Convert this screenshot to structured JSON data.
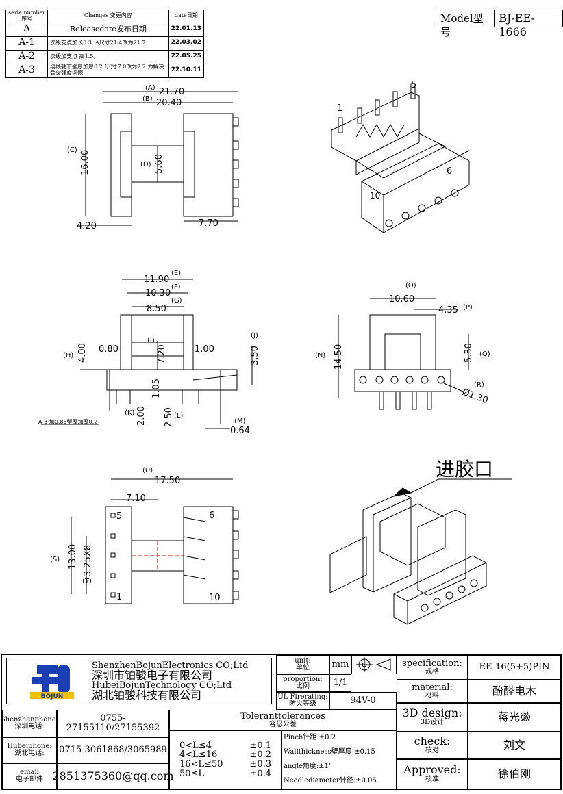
{
  "revision_table": {
    "header": {
      "serial": "serialnumber序号",
      "changes": "Changes 变更内容",
      "date": "date日期"
    },
    "rows": [
      {
        "serial": "A",
        "change": "Releasedate发布日期",
        "date": "22.01.13"
      },
      {
        "serial": "A-1",
        "change": "次级支点加长0.3, A尺寸21.4改为21.7",
        "date": "22.03.02"
      },
      {
        "serial": "A-2",
        "change": "次级加支点 高1.5。",
        "date": "22.05.25"
      },
      {
        "serial": "A-3",
        "change": "绕线轴下壁厚加厚0.2.I尺寸7.0改为7.2 为解决骨架强度问题",
        "date": "22.10.11"
      }
    ]
  },
  "model": {
    "label": "Model型号",
    "value": "BJ-EE-1666"
  },
  "drawing": {
    "top_view": {
      "dims": [
        "(A)",
        "21.70",
        "(B)",
        "20.40",
        "(C)",
        "16.00",
        "(D)",
        "5.60",
        "4.20",
        "7.70"
      ]
    },
    "iso_view": {
      "pins": [
        "1",
        "5",
        "6",
        "10"
      ]
    },
    "front_view": {
      "dims": [
        "(E)",
        "11.90",
        "(F)",
        "10.30",
        "(G)",
        "8.50",
        "(H)",
        "4.00",
        "0.80",
        "(I)",
        "7.20",
        "1.00",
        "(J)",
        "3.50",
        "1.05",
        "(K)",
        "2.00",
        "2.50",
        "(L)",
        "(M)",
        "0.64"
      ],
      "note": "A-3 加0.85壁厚加厚0.2"
    },
    "side_view": {
      "dims": [
        "(O)",
        "10.60",
        "4.35",
        "(P)",
        "(N)",
        "14.50",
        "5.30",
        "(Q)",
        "(R)",
        "Ø1.30"
      ]
    },
    "bottom_view": {
      "dims": [
        "(U)",
        "17.50",
        "7.10",
        "(S)",
        "13.00",
        "3.25X8",
        "(T)"
      ],
      "pins": [
        "5",
        "1",
        "6",
        "10"
      ]
    },
    "gate_label": "进胶口"
  },
  "title_block": {
    "company_en_1": "ShenzhenBojunElectronics CO;Ltd",
    "company_cn_1": "深圳市铂骏电子有限公司",
    "company_en_2": "HubeiBojunTechnology CO;Ltd",
    "company_cn_2": "湖北铂骏科技有限公司",
    "logo_text": "BOJUN",
    "unit_label": "unit:",
    "unit_label_cn": "单位",
    "unit_value": "mm",
    "proportion_label": "proportion:",
    "proportion_label_cn": "比例",
    "proportion_value": "1/1",
    "ul_label": "UL Firerating:",
    "ul_label_cn": "防火等级",
    "ul_value": "94V-0",
    "spec_label": "specification:",
    "spec_label_cn": "规格",
    "spec_value": "EE-16(5+5)PIN",
    "material_label": "material:",
    "material_label_cn": "材料",
    "material_value": "酚醛电木",
    "design_label": "3D design:",
    "design_label_cn": "3D设计",
    "design_value": "蒋光燚",
    "check_label": "check:",
    "check_label_cn": "核对",
    "check_value": "刘文",
    "approved_label": "Approved:",
    "approved_label_cn": "核准",
    "approved_value": "徐伯刚",
    "sz_phone_label": "Shenzhenphone:",
    "sz_phone_label_cn": "深圳电话:",
    "sz_phone": "0755-27155110/27155392",
    "hb_phone_label": "Hubeiphone:",
    "hb_phone_label_cn": "湖北电话:",
    "hb_phone": "0715-3061868/3065989",
    "email_label": "email",
    "email_label_cn": "电子邮件",
    "email": "2851375360@qq.com",
    "tol_title": "Toleranttolerances",
    "tol_title_cn": "容忍公差",
    "tolerances": [
      {
        "range": "0<L≤4",
        "value": "±0.1"
      },
      {
        "range": "4<L≤16",
        "value": "±0.2"
      },
      {
        "range": "16<L≤50",
        "value": "±0.3"
      },
      {
        "range": "50≤L",
        "value": "±0.4"
      }
    ],
    "other_tol": [
      "Pinch针距:±0.2",
      "Wallthickness壁厚度:±0.15",
      "angle角度:±1°",
      "Needlediameter针径:±0.05"
    ]
  }
}
